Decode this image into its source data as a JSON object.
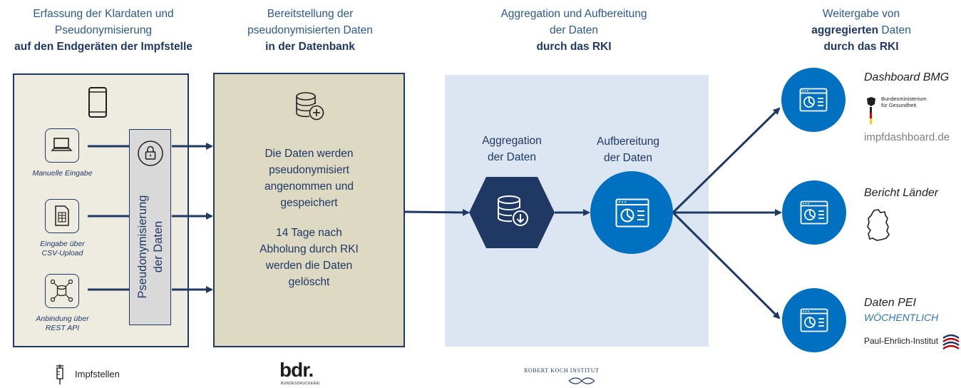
{
  "headers": {
    "col1": {
      "line1": "Erfassung der Klardaten und",
      "line2": "Pseudonymisierung",
      "line3": "auf den Endgeräten der Impfstelle"
    },
    "col2": {
      "line1": "Bereitstellung der",
      "line2": "pseudonymisierten Daten",
      "line3": "in der Datenbank"
    },
    "col3": {
      "line1": "Aggregation und Aufbereitung",
      "line2": "der Daten",
      "line3": "durch das RKI"
    },
    "col4": {
      "line1": "Weitergabe von",
      "line2_bold": "aggregierten",
      "line2_rest": " Daten",
      "line3": "durch das RKI"
    }
  },
  "capture": {
    "inputs": [
      {
        "icon": "laptop-icon",
        "label1": "Manuelle Eingabe",
        "label2": ""
      },
      {
        "icon": "spreadsheet-icon",
        "label1": "Eingabe über",
        "label2": "CSV-Upload"
      },
      {
        "icon": "network-database-icon",
        "label1": "Anbindung über",
        "label2": "REST API"
      }
    ],
    "pseudo_line1": "Pseudonymisierung",
    "pseudo_line2": "der Daten"
  },
  "database": {
    "text1": [
      "Die Daten werden",
      "pseudonymisiert",
      "angenommen und",
      "gespeichert"
    ],
    "text2": [
      "14 Tage nach",
      "Abholung durch RKI",
      "werden die Daten",
      "gelöscht"
    ]
  },
  "rki": {
    "aggregation": [
      "Aggregation",
      "der Daten"
    ],
    "aufbereitung": [
      "Aufbereitung",
      "der Daten"
    ]
  },
  "outputs": [
    {
      "title": "Dashboard BMG",
      "subtitle": "",
      "logo_text1": "Bundesministerium",
      "logo_text2": "für Gesundheit",
      "url": "impfdashboard.de"
    },
    {
      "title": "Bericht Länder",
      "subtitle": ""
    },
    {
      "title": "Daten PEI",
      "subtitle": "WÖCHENTLICH",
      "logo_text": "Paul-Ehrlich-Institut"
    }
  ],
  "footer": {
    "impfstellen": "Impfstellen",
    "bdr_logo": "bdr.",
    "bdr_sub": "BUNDESDRUCKEREI",
    "rki_logo": "ROBERT KOCH INSTITUT"
  },
  "colors": {
    "navy": "#1f3864",
    "blue": "#0070c0",
    "beige": "#eeece1",
    "tan": "#ddd9c3",
    "lightblue": "#dce6f2"
  }
}
